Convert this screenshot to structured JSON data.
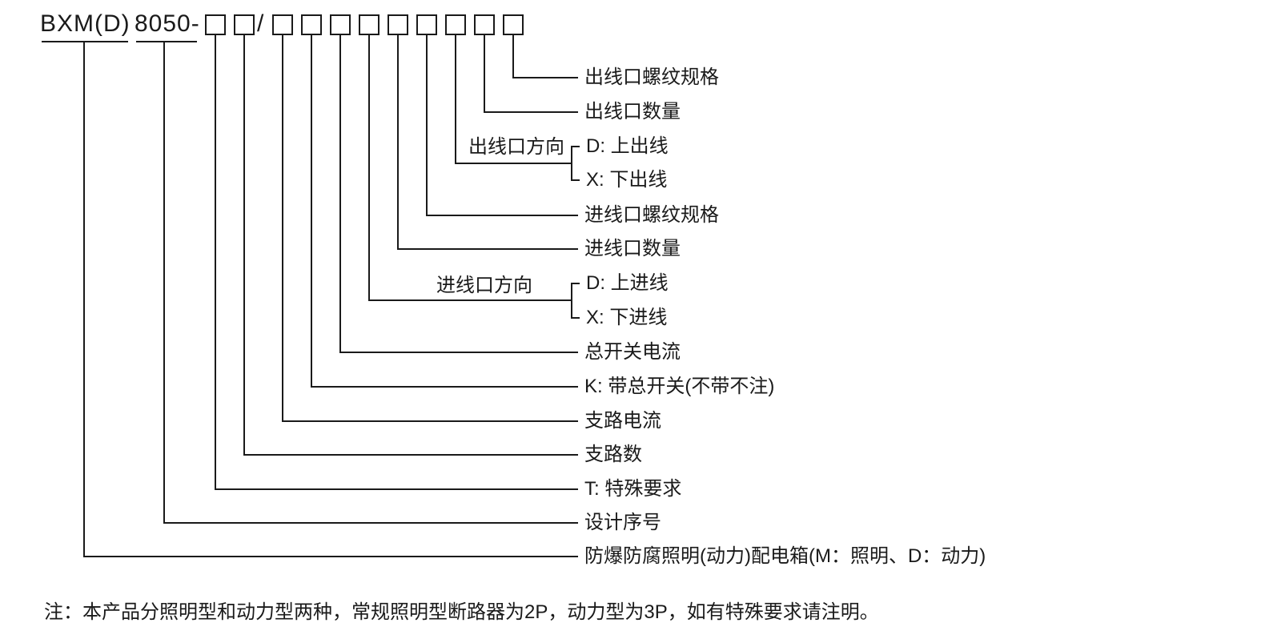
{
  "colors": {
    "background": "#ffffff",
    "ink": "#1a1a1a"
  },
  "model_code": {
    "prefix": "BXM(D)",
    "series": "8050-",
    "separator": "/",
    "boxes_before_separator": 2,
    "boxes_after_separator": 9
  },
  "rows": {
    "outlet_thread": "出线口螺纹规格",
    "outlet_count": "出线口数量",
    "outlet_direction": "出线口方向",
    "outlet_dir_d": "D: 上出线",
    "outlet_dir_x": "X: 下出线",
    "inlet_thread": "进线口螺纹规格",
    "inlet_count": "进线口数量",
    "inlet_direction": "进线口方向",
    "inlet_dir_d": "D: 上进线",
    "inlet_dir_x": "X: 下进线",
    "main_switch_current": "总开关电流",
    "main_switch_flag": "K: 带总开关(不带不注)",
    "branch_current": "支路电流",
    "branch_count": "支路数",
    "special_flag": "T: 特殊要求",
    "design_serial": "设计序号",
    "product_name": "防爆防腐照明(动力)配电箱(M：照明、D：动力)"
  },
  "note": "注：本产品分照明型和动力型两种，常规照明型断路器为2P，动力型为3P，如有特殊要求请注明。"
}
